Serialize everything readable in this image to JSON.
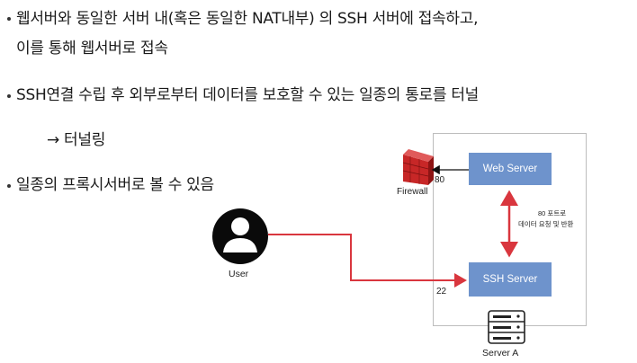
{
  "bullets": {
    "b1_line1": "웹서버와 동일한 서버 내(혹은 동일한 NAT내부) 의 SSH 서버에 접속하고,",
    "b1_line2": "이를 통해 웹서버로 접속",
    "b2_line1": "SSH연결 수립 후 외부로부터 데이터를 보호할 수 있는 일종의 통로를 터널",
    "b2_line2": "→ 터널링",
    "b3_line1": "일종의 프록시서버로 볼 수 있음"
  },
  "diagram": {
    "web_server": "Web Server",
    "ssh_server": "SSH Server",
    "firewall": "Firewall",
    "user": "User",
    "server_a": "Server A",
    "port_80": "80",
    "port_22": "22",
    "note_line1": "80 포트로",
    "note_line2": "데이터 요청 및 반환"
  },
  "colors": {
    "service_box": "#6e93cc",
    "tunnel_line": "#d9363e",
    "firewall": "#b81d1d"
  },
  "icons": [
    "user-icon",
    "firewall-icon",
    "server-icon"
  ]
}
